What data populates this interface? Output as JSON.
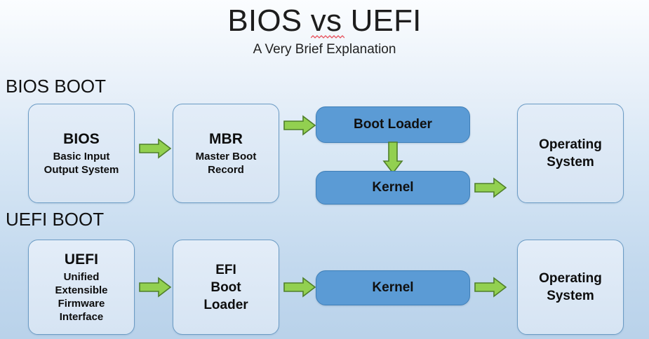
{
  "title": {
    "part1": "BIOS ",
    "misspelled_word": "vs",
    "part2": " UEFI",
    "subtitle": "A Very Brief Explanation"
  },
  "sections": [
    {
      "heading": "BIOS BOOT"
    },
    {
      "heading": "UEFI BOOT"
    }
  ],
  "bios_row": {
    "bios": {
      "title": "BIOS",
      "line1": "Basic Input",
      "line2": "Output System"
    },
    "mbr": {
      "title": "MBR",
      "line1": "Master Boot",
      "line2": "Record"
    },
    "boot_loader": {
      "label": "Boot Loader"
    },
    "kernel": {
      "label": "Kernel"
    },
    "os": {
      "line1": "Operating",
      "line2": "System"
    }
  },
  "uefi_row": {
    "uefi": {
      "title": "UEFI",
      "line1": "Unified",
      "line2": "Extensible",
      "line3": "Firmware",
      "line4": "Interface"
    },
    "efi_boot_loader": {
      "line1": "EFI",
      "line2": "Boot",
      "line3": "Loader"
    },
    "kernel": {
      "label": "Kernel"
    },
    "os": {
      "line1": "Operating",
      "line2": "System"
    }
  },
  "colors": {
    "light_box_fill": "#dce8f5",
    "light_box_border": "#6b9bc4",
    "blue_box_fill": "#5b9bd5",
    "blue_box_border": "#3f7fb8",
    "arrow_fill": "#92d050",
    "arrow_border": "#4f7f2a",
    "background_top": "#fbfdff",
    "background_bottom": "#b9d2ea",
    "spellcheck_underline": "#e8515c",
    "text": "#0d0d0d"
  }
}
